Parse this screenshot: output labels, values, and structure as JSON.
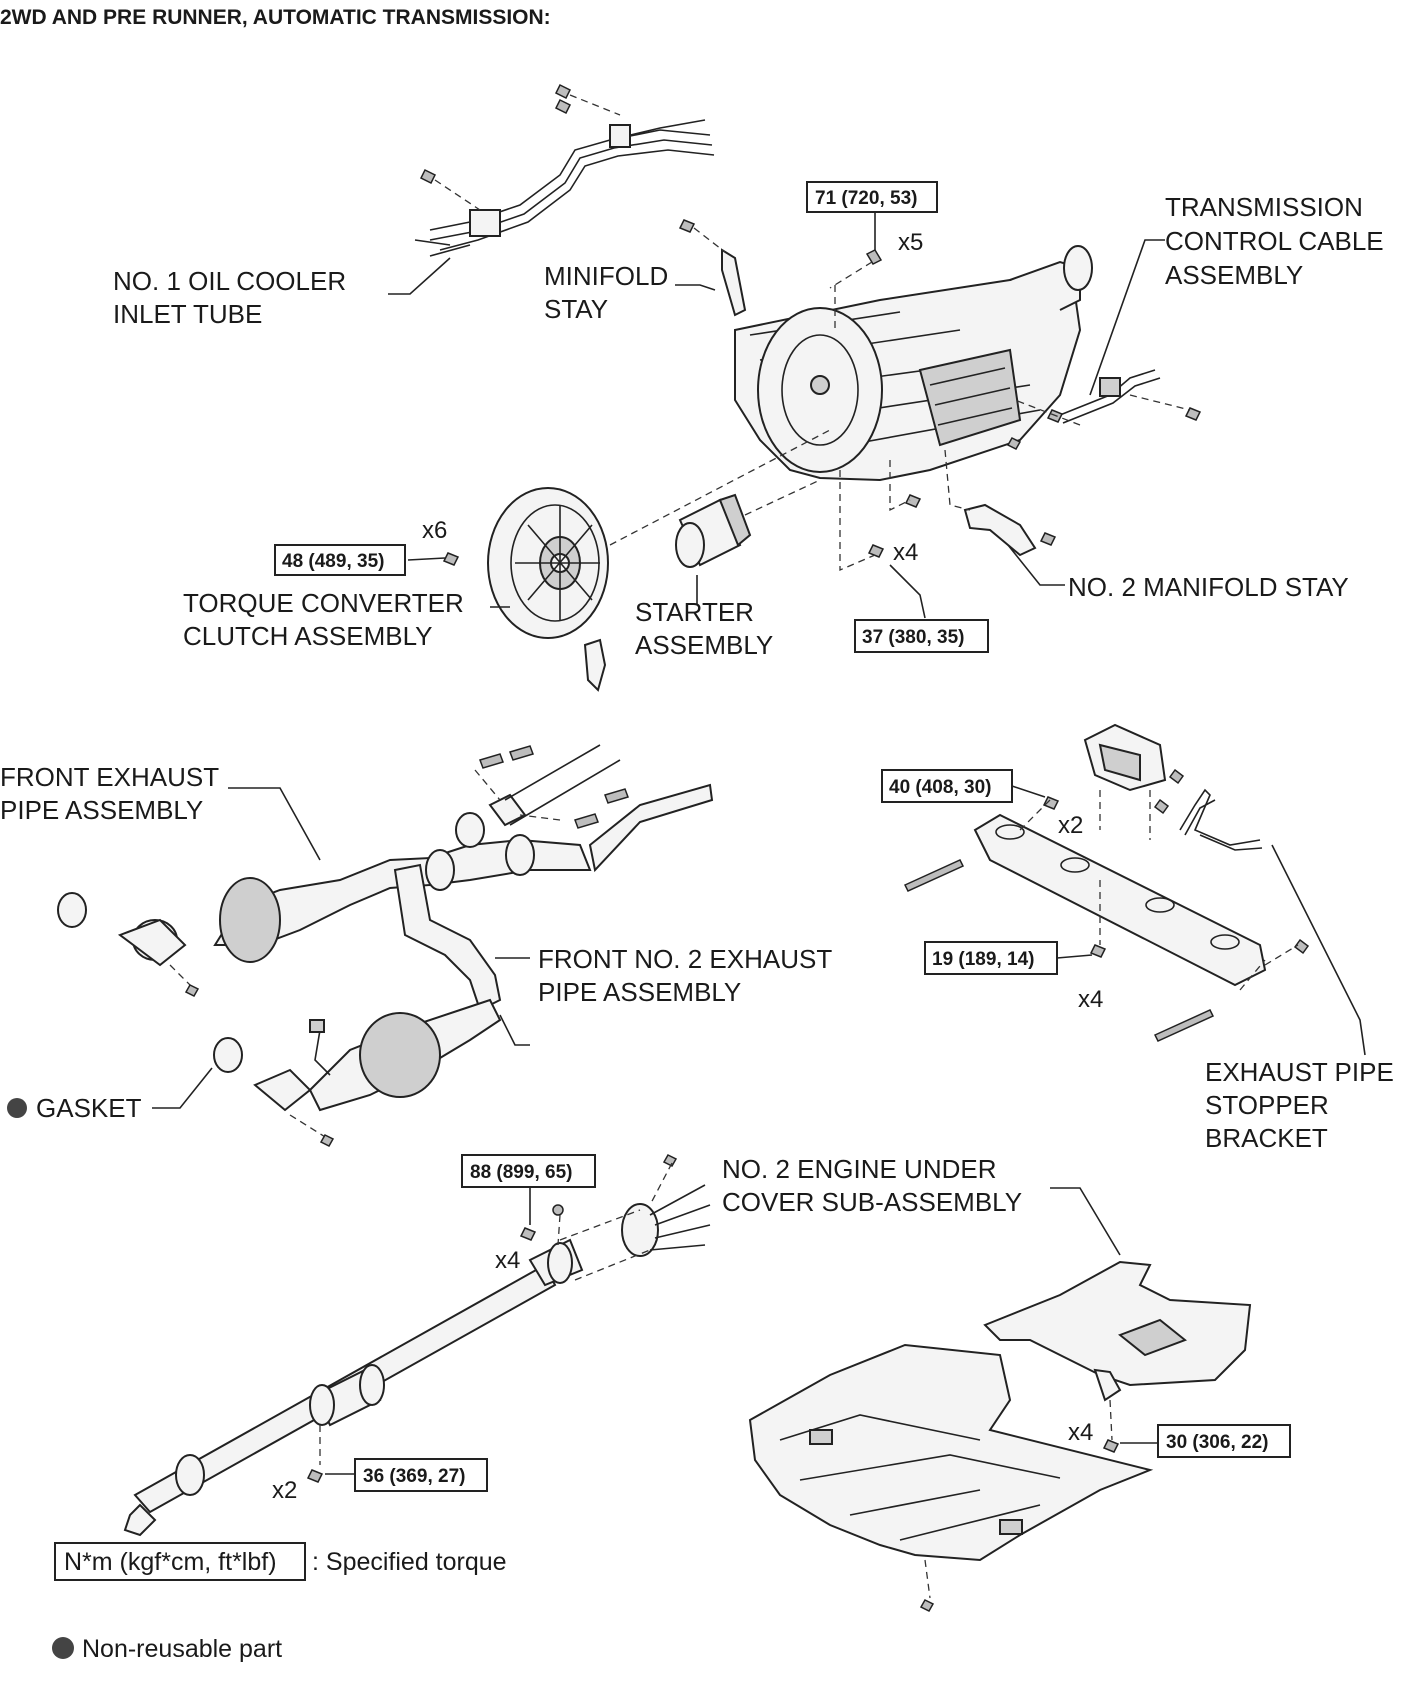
{
  "title": "2WD AND PRE RUNNER, AUTOMATIC TRANSMISSION:",
  "labels": {
    "oil_cooler": [
      "NO. 1 OIL COOLER",
      "INLET TUBE"
    ],
    "manifold_stay": [
      "MINIFOLD",
      "STAY"
    ],
    "control_cable": [
      "TRANSMISSION",
      "CONTROL CABLE",
      "ASSEMBLY"
    ],
    "torque_converter": [
      "TORQUE CONVERTER",
      "CLUTCH ASSEMBLY"
    ],
    "starter": [
      "STARTER",
      "ASSEMBLY"
    ],
    "manifold_stay_2": "NO. 2 MANIFOLD STAY",
    "front_exhaust": [
      "FRONT EXHAUST",
      "PIPE ASSEMBLY"
    ],
    "front_no2_exhaust": [
      "FRONT NO. 2 EXHAUST",
      "PIPE ASSEMBLY"
    ],
    "gasket": "GASKET",
    "stopper_bracket": [
      "EXHAUST PIPE",
      "STOPPER",
      "BRACKET"
    ],
    "under_cover": [
      "NO. 2 ENGINE UNDER",
      "COVER SUB-ASSEMBLY"
    ]
  },
  "torques": {
    "t71": "71 (720, 53)",
    "t48": "48 (489, 35)",
    "t37": "37 (380, 35)",
    "t40": "40 (408, 30)",
    "t19": "19 (189, 14)",
    "t88": "88 (899, 65)",
    "t36": "36 (369, 27)",
    "t30": "30 (306, 22)"
  },
  "multipliers": {
    "m71": "x5",
    "m48": "x6",
    "m37": "x4",
    "m40": "x2",
    "m19": "x4",
    "m88": "x4",
    "m36": "x2",
    "m30": "x4"
  },
  "legend": {
    "torque_box": "N*m (kgf*cm, ft*lbf)",
    "torque_text": ": Specified torque",
    "nonreusable_text": "Non-reusable part"
  }
}
